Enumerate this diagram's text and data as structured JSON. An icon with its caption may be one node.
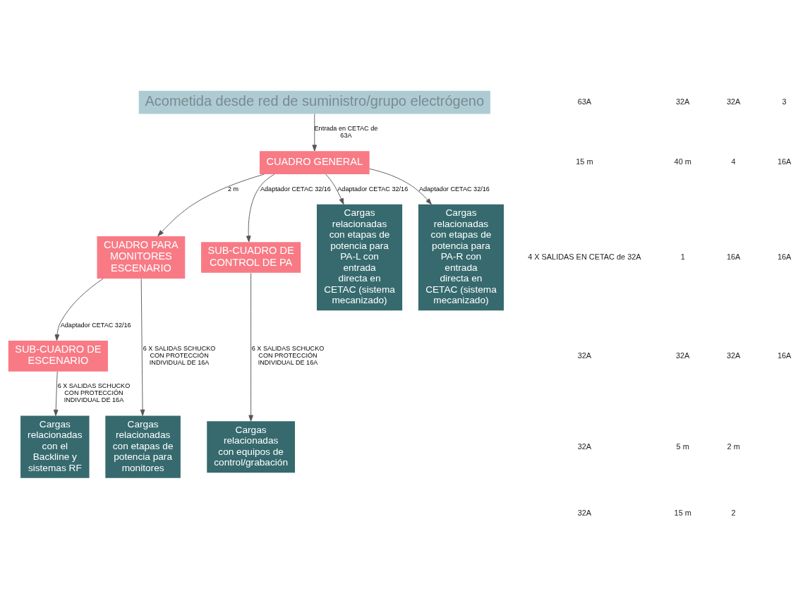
{
  "diagram": {
    "nodes": [
      {
        "text": [
          "Acometida desde red de suministro/grupo electrógeno"
        ]
      },
      {
        "text": [
          "CUADRO GENERAL"
        ]
      },
      {
        "text": [
          "CUADRO PARA MONITORES ESCENARIO"
        ]
      },
      {
        "text": [
          "SUB-CUADRO DE ESCENARIO"
        ]
      },
      {
        "text": [
          "SUB-CUADRO DE CONTROL DE PA"
        ]
      },
      {
        "text": [
          "Cargas relacionadas con etapas de potencia para monitores"
        ]
      },
      {
        "text": [
          "Cargas relacionadas con el Backline y sistemas RF"
        ]
      },
      {
        "text": [
          "Cargas relacionadas con etapas de potencia para PA-L con entrada directa en CETAC (sistema mecanizado)"
        ]
      },
      {
        "text": [
          "Cargas relacionadas con etapas de potencia para PA-R con entrada directa en CETAC (sistema mecanizado)"
        ]
      },
      {
        "text": [
          "Cargas relacionadas con equipos de control/grabación"
        ]
      }
    ],
    "edges": [
      {
        "from": 0,
        "to": 1,
        "arrow": "to",
        "label": "Entrada en CETAC de 63A"
      },
      {
        "from": 1,
        "to": 2,
        "arrow": "to",
        "label": "2 m"
      },
      {
        "from": 1,
        "to": 7,
        "arrow": "to",
        "label": "Adaptador CETAC 32/16"
      },
      {
        "from": 1,
        "to": 8,
        "arrow": "to",
        "label": "Adaptador CETAC 32/16"
      },
      {
        "from": 1,
        "to": 4,
        "arrow": "to",
        "label": "Adaptador CETAC 32/16"
      },
      {
        "from": 2,
        "to": 3,
        "arrow": "to",
        "label": "Adaptador CETAC 32/16"
      },
      {
        "from": 2,
        "to": 5,
        "arrow": "to",
        "label": "6 X SALIDAS SCHUCKO CON PROTECCIÓN INDIVIDUAL DE 16A"
      },
      {
        "from": 3,
        "to": 6,
        "arrow": "to",
        "label": "6 X SALIDAS SCHUCKO CON PROTECCIÓN INDIVIDUAL DE 16A"
      },
      {
        "from": 4,
        "to": 9,
        "arrow": "to",
        "label": "6 X SALIDAS SCHUCKO CON PROTECCIÓN INDIVIDUAL DE 16A"
      }
    ],
    "labels": [
      "63A",
      "15 m",
      "4 X SALIDAS EN CETAC de 32A",
      "32A",
      "32A",
      "32A",
      "32A",
      "40 m",
      "1",
      "32A",
      "5 m",
      "15 m",
      "32A",
      "4",
      "16A",
      "32A",
      "2 m",
      "2",
      "3",
      "16A",
      "16A",
      "16A"
    ]
  }
}
